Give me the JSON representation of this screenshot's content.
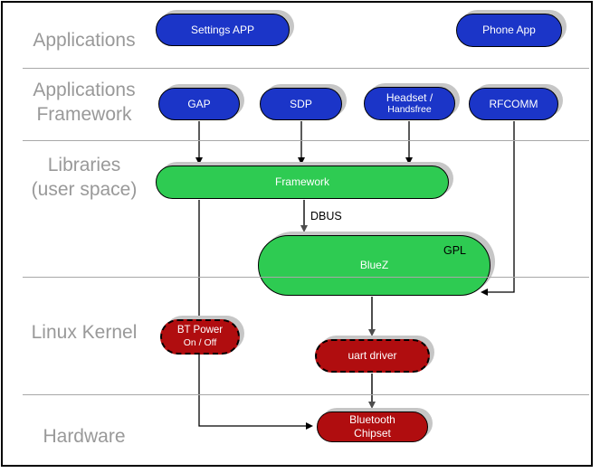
{
  "colors": {
    "application_node": "#1b35c8",
    "library_node": "#2ecb52",
    "kernel_node": "#b00d0f",
    "node_text": "#ffffff",
    "layer_label": "#999999",
    "separator": "#a8a8a8",
    "shadow": "#c6c6c6",
    "arrow": "#000000",
    "arrow_secondary": "#4d4d4d"
  },
  "layers": [
    {
      "lines": [
        "Applications"
      ]
    },
    {
      "lines": [
        "Applications",
        "Framework"
      ]
    },
    {
      "lines": [
        "Libraries",
        "(user space)"
      ]
    },
    {
      "lines": [
        "Linux Kernel"
      ]
    },
    {
      "lines": [
        "Hardware"
      ]
    }
  ],
  "nodes": {
    "settings_app": {
      "label": "Settings APP"
    },
    "phone_app": {
      "label": "Phone App"
    },
    "gap": {
      "label": "GAP"
    },
    "sdp": {
      "label": "SDP"
    },
    "headset": {
      "label": "Headset /",
      "sublabel": "Handsfree"
    },
    "rfcomm": {
      "label": "RFCOMM"
    },
    "framework": {
      "label": "Framework"
    },
    "bluez": {
      "label": "BlueZ",
      "license_badge": "GPL"
    },
    "bt_power": {
      "label": "BT Power",
      "sublabel": "On / Off"
    },
    "uart_driver": {
      "label": "uart driver"
    },
    "bluetooth_chipset": {
      "label": "Bluetooth",
      "sublabel": "Chipset"
    }
  },
  "edge_labels": {
    "dbus": "DBUS"
  }
}
